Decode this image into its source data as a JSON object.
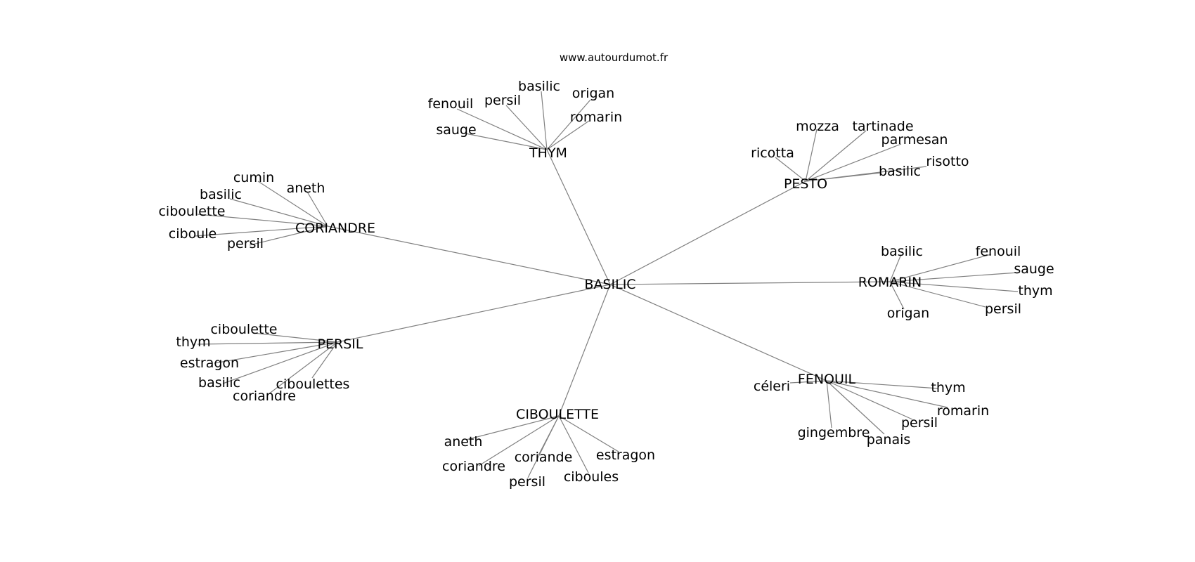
{
  "source": "www.autourdumot.fr",
  "graph": {
    "root": "BASILIC",
    "branches": [
      {
        "label": "THYM",
        "leaves": [
          "basilic",
          "origan",
          "persil",
          "fenouil",
          "romarin",
          "sauge"
        ]
      },
      {
        "label": "PESTO",
        "leaves": [
          "mozza",
          "tartinade",
          "parmesan",
          "ricotta",
          "risotto",
          "basilic"
        ]
      },
      {
        "label": "CORIANDRE",
        "leaves": [
          "cumin",
          "aneth",
          "basilic",
          "ciboulette",
          "ciboule",
          "persil"
        ]
      },
      {
        "label": "ROMARIN",
        "leaves": [
          "basilic",
          "fenouil",
          "sauge",
          "thym",
          "persil",
          "origan"
        ]
      },
      {
        "label": "PERSIL",
        "leaves": [
          "ciboulette",
          "thym",
          "estragon",
          "basilic",
          "ciboulettes",
          "coriandre"
        ]
      },
      {
        "label": "FENOUIL",
        "leaves": [
          "céleri",
          "thym",
          "romarin",
          "persil",
          "gingembre",
          "panais"
        ]
      },
      {
        "label": "CIBOULETTE",
        "leaves": [
          "aneth",
          "estragon",
          "coriande",
          "coriandre",
          "ciboules",
          "persil"
        ]
      }
    ]
  }
}
